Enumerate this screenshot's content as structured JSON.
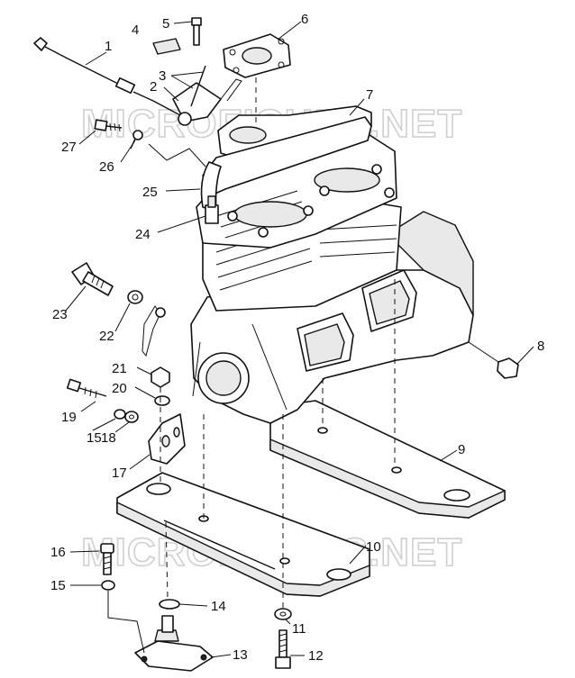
{
  "watermark": "MICROFICHES.NET",
  "callouts": {
    "c1": "1",
    "c2": "2",
    "c3": "3",
    "c4": "4",
    "c5": "5",
    "c6": "6",
    "c7": "7",
    "c8": "8",
    "c9": "9",
    "c10": "10",
    "c11": "11",
    "c12": "12",
    "c13": "13",
    "c14": "14",
    "c15a": "15",
    "c15b": "15",
    "c16": "16",
    "c17": "17",
    "c18": "18",
    "c19": "19",
    "c20": "20",
    "c21": "21",
    "c22": "22",
    "c23": "23",
    "c24": "24",
    "c25": "25",
    "c26": "26",
    "c27": "27"
  }
}
